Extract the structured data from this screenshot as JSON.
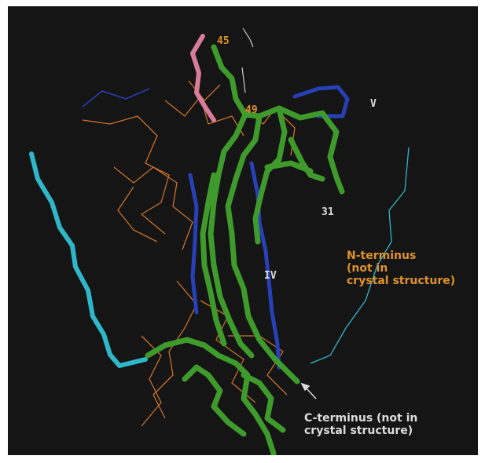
{
  "figure": {
    "labels": {
      "residue_45": "45",
      "residue_49": "49",
      "residue_31": "31",
      "strand_v": "V",
      "strand_iv": "IV",
      "n_terminus": [
        "N-terminus",
        "(not in",
        "crystal structure)"
      ],
      "c_terminus": [
        "C-terminus (not in",
        "crystal structure)"
      ]
    },
    "colors": {
      "background": "#141514",
      "green_backbone": "#3f9a2c",
      "blue_strand": "#2740b8",
      "cyan_strand": "#2fb7c9",
      "pink_segment": "#d97b9a",
      "orange_trace": "#c9702c",
      "label_orange": "#e0922a",
      "label_white": "#dcdcdc"
    },
    "icons": [
      "arrow-icon"
    ]
  }
}
